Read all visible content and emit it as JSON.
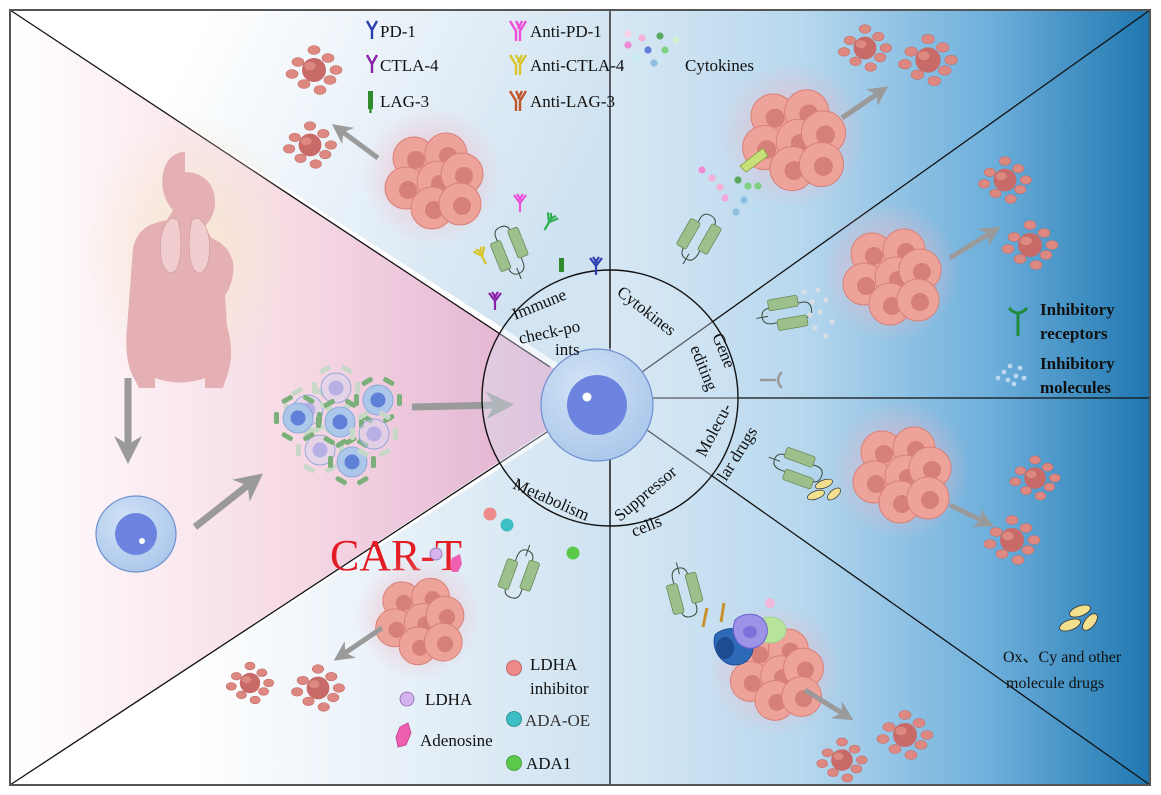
{
  "figure": {
    "center_label": "CAR-T",
    "colors": {
      "car_t_text": "#e31b23",
      "pink_panel": "#e2aed0",
      "blue_dark": "#1f77b0",
      "blue_light": "#d7e8f4",
      "tumor": "#e8948c",
      "receptor_green": "#9cc08c",
      "arrow_gray": "#9a9a9a",
      "cell_outer": "#b8d2ee",
      "cell_nucleus": "#6c84e0"
    }
  },
  "wheel": {
    "segments": [
      {
        "id": "immune-checkpoints",
        "lines": [
          "Immune",
          "check-po",
          "ints"
        ]
      },
      {
        "id": "cytokines",
        "lines": [
          "Cytokines"
        ]
      },
      {
        "id": "gene-editing",
        "lines": [
          "Gene",
          "editing"
        ]
      },
      {
        "id": "molecular-drugs",
        "lines": [
          "Molecu-",
          "lar drugs"
        ]
      },
      {
        "id": "suppressor-cells",
        "lines": [
          "Suppressor",
          "cells"
        ]
      },
      {
        "id": "metabolism",
        "lines": [
          "Metabolism"
        ]
      }
    ]
  },
  "legend_checkpoints": [
    {
      "label": "PD-1",
      "color": "#2b3fb0",
      "icon": "antibody-receptor-icon"
    },
    {
      "label": "Anti-PD-1",
      "color": "#ee4fd8",
      "icon": "antibody-icon"
    },
    {
      "label": "CTLA-4",
      "color": "#8a1fa8",
      "icon": "antibody-receptor-icon"
    },
    {
      "label": "Anti-CTLA-4",
      "color": "#d8c52a",
      "icon": "antibody-icon"
    },
    {
      "label": "LAG-3",
      "color": "#2f8a2a",
      "icon": "lag3-receptor-icon"
    },
    {
      "label": "Anti-LAG-3",
      "color": "#c2552a",
      "icon": "antibody-icon"
    }
  ],
  "legend_cytokines": {
    "label": "Cytokines"
  },
  "legend_gene_editing": [
    {
      "label_lines": [
        "Inhibitory",
        "receptors"
      ],
      "icon": "inhibitory-receptor-icon",
      "color": "#1e8a3c"
    },
    {
      "label_lines": [
        "Inhibitory",
        "molecules"
      ],
      "icon": "inhibitory-molecules-icon",
      "color": "#b9d6ee"
    }
  ],
  "legend_drugs": {
    "label_lines": [
      "Ox、Cy and other",
      "molecule drugs"
    ],
    "icon": "pill-icon",
    "color": "#f2e08e"
  },
  "legend_metabolism": [
    {
      "label_lines": [
        "LDHA"
      ],
      "icon": "ldha-icon",
      "color": "#d6b3ee"
    },
    {
      "label_lines": [
        "Adenosine"
      ],
      "icon": "adenosine-icon",
      "color": "#ee5fb0"
    },
    {
      "label_lines": [
        "LDHA",
        "inhibitor"
      ],
      "icon": "ldha-inhibitor-icon",
      "color": "#ef8a8a"
    },
    {
      "label_lines": [
        "ADA-OE"
      ],
      "icon": "ada-oe-icon",
      "color": "#3bbfc4"
    },
    {
      "label_lines": [
        "ADA1"
      ],
      "icon": "ada1-icon",
      "color": "#5cc84a"
    }
  ]
}
